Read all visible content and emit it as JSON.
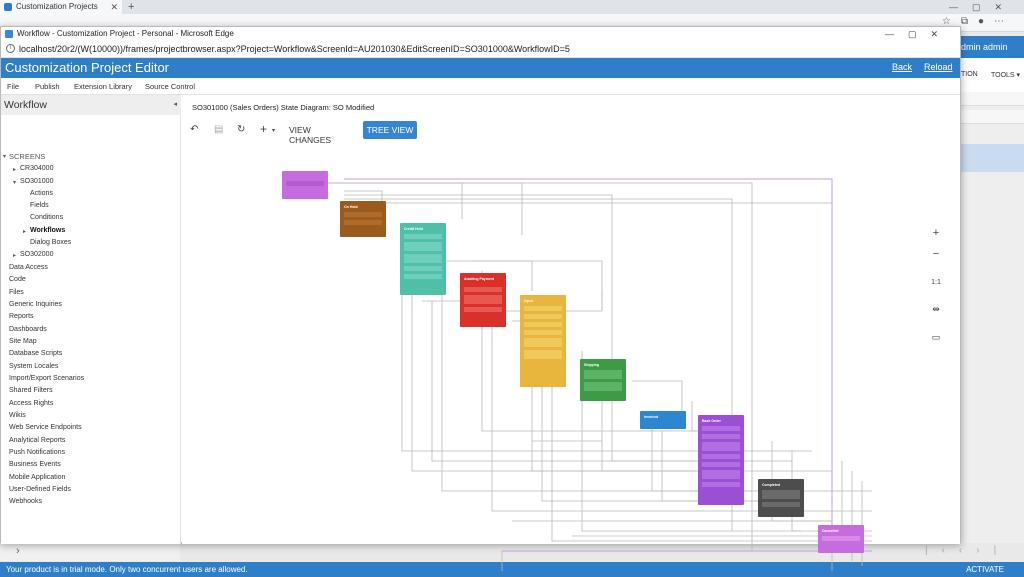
{
  "outer_browser": {
    "tab_title": "Customization Projects",
    "controls": [
      "—",
      "▢",
      "✕"
    ]
  },
  "outer_app": {
    "user": "dmin admin",
    "menu_partial": "TION",
    "tools": "TOOLS"
  },
  "popup": {
    "title": "Workflow - Customization Project - Personal - Microsoft Edge",
    "address": "localhost/20r2/(W(10000))/frames/projectbrowser.aspx?Project=Workflow&ScreenId=AU201030&EditScreenID=SO301000&WorkflowID=5",
    "controls": [
      "—",
      "▢",
      "✕"
    ]
  },
  "header": {
    "title": "Customization Project Editor",
    "back_label": "Back",
    "reload_label": "Reload"
  },
  "menu": {
    "items": [
      "File",
      "Publish",
      "Extension Library",
      "Source Control"
    ]
  },
  "sidebar": {
    "title": "Workflow",
    "screens_label": "SCREENS",
    "tree": [
      {
        "label": "CR304000",
        "indent": 1,
        "arrow": "▸"
      },
      {
        "label": "SO301000",
        "indent": 1,
        "arrow": "▾"
      },
      {
        "label": "Actions",
        "indent": 2,
        "arrow": ""
      },
      {
        "label": "Fields",
        "indent": 2,
        "arrow": ""
      },
      {
        "label": "Conditions",
        "indent": 2,
        "arrow": ""
      },
      {
        "label": "Workflows",
        "indent": 2,
        "arrow": "▸",
        "bold": true
      },
      {
        "label": "Dialog Boxes",
        "indent": 2,
        "arrow": ""
      },
      {
        "label": "SO302000",
        "indent": 1,
        "arrow": "▸"
      }
    ],
    "root_items": [
      "Data Access",
      "Code",
      "Files",
      "Generic Inquiries",
      "Reports",
      "Dashboards",
      "Site Map",
      "Database Scripts",
      "System Locales",
      "Import/Export Scenarios",
      "Shared Filters",
      "Access Rights",
      "Wikis",
      "Web Service Endpoints",
      "Analytical Reports",
      "Push Notifications",
      "Business Events",
      "Mobile Application",
      "User-Defined Fields",
      "Webhooks"
    ]
  },
  "diagram": {
    "title": "SO301000 (Sales Orders) State Diagram: SO Modified",
    "view_changes_label": "VIEW CHANGES",
    "tree_view_label": "TREE VIEW",
    "zoom": {
      "fit_label": "1:1"
    },
    "nodes": [
      {
        "name": "initial",
        "label": "",
        "color": "#c76be0",
        "rows": 1
      },
      {
        "name": "on-hold",
        "label": "On Hold",
        "color": "#9b5a1e",
        "rows": 2
      },
      {
        "name": "credit-hold",
        "label": "Credit Hold",
        "color": "#4fbfa8",
        "rows": 5
      },
      {
        "name": "awaiting-payment",
        "label": "Awaiting Payment",
        "color": "#d9302a",
        "rows": 3
      },
      {
        "name": "open",
        "label": "Open",
        "color": "#e8b63c",
        "rows": 6
      },
      {
        "name": "shipping",
        "label": "Shipping",
        "color": "#3e9a45",
        "rows": 2
      },
      {
        "name": "invoiced",
        "label": "Invoiced",
        "color": "#2c86d0",
        "rows": 0
      },
      {
        "name": "back-order",
        "label": "Back Order",
        "color": "#9a4fd4",
        "rows": 7
      },
      {
        "name": "completed",
        "label": "Completed",
        "color": "#4d4d4d",
        "rows": 2
      },
      {
        "name": "cancelled",
        "label": "Cancelled",
        "color": "#c76be0",
        "rows": 1
      }
    ]
  },
  "status_bar": {
    "message": "Your product is in trial mode. Only two concurrent users are allowed.",
    "activate_label": "ACTIVATE"
  }
}
